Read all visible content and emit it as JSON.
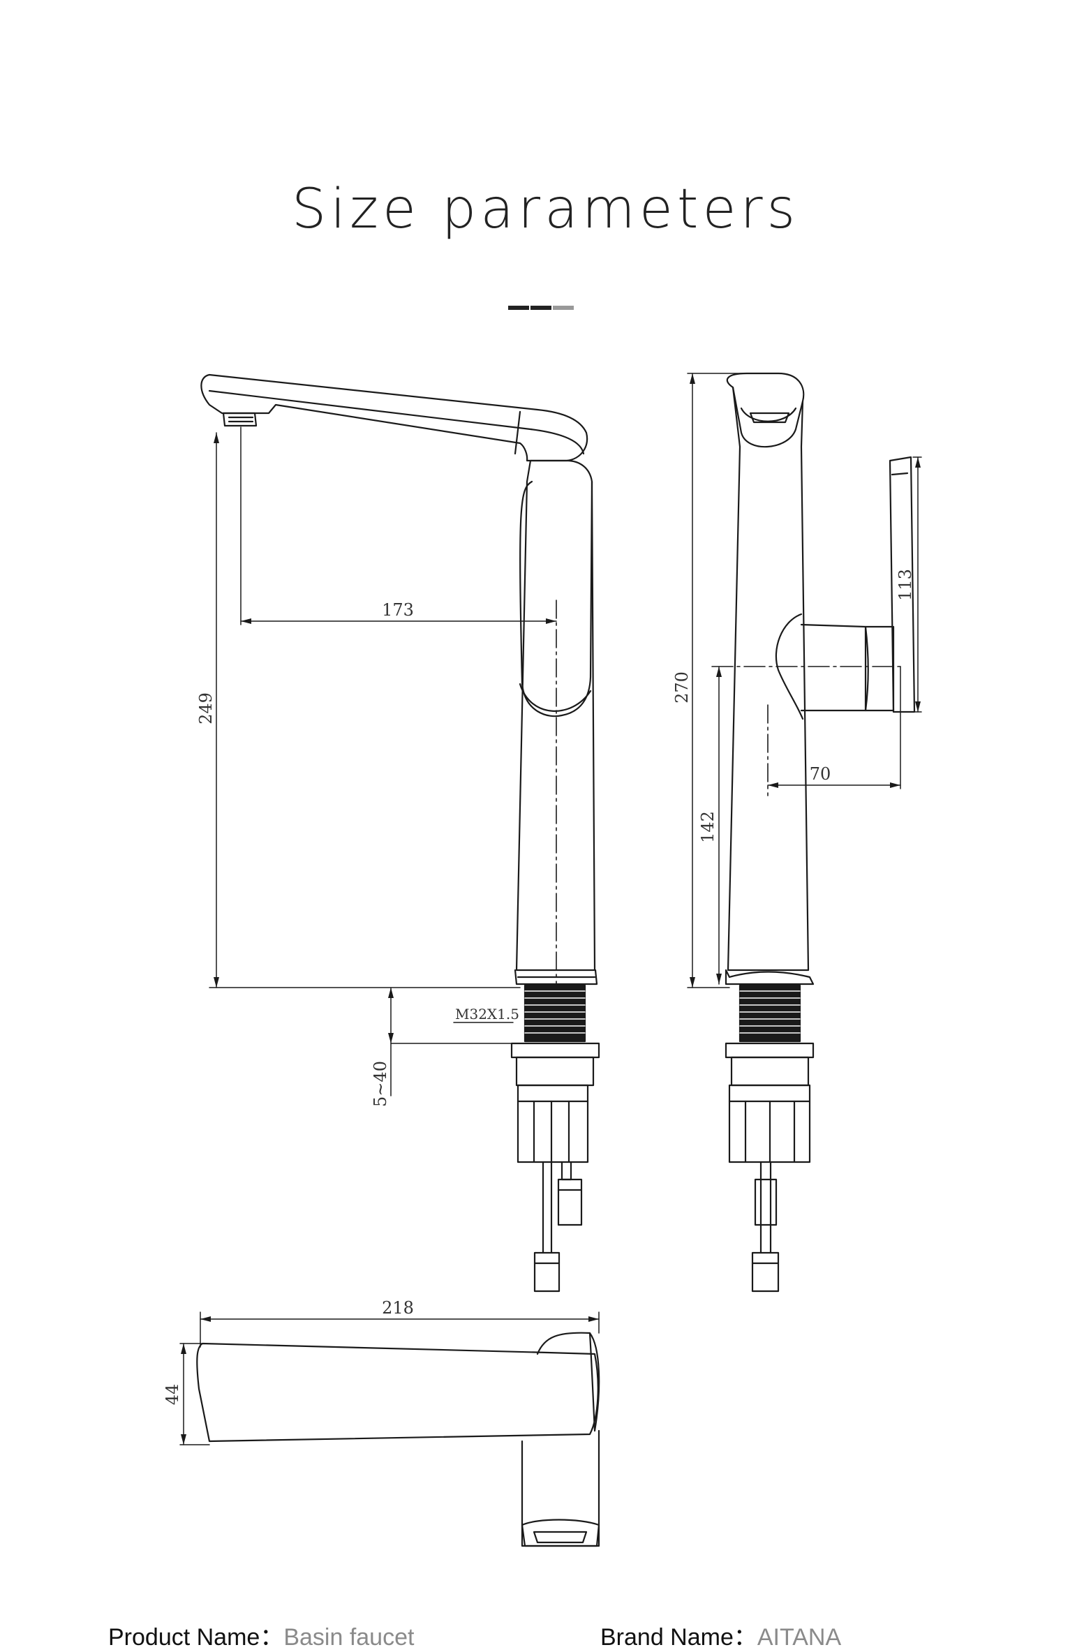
{
  "page": {
    "title": "Size parameters"
  },
  "divider": {
    "colors": [
      "#222222",
      "#222222",
      "#999999"
    ]
  },
  "dimensions": {
    "spout_reach": "173",
    "spout_height": "249",
    "total_height": "270",
    "handle_height": "113",
    "handle_axis_height": "142",
    "handle_offset": "70",
    "thread": "M32X1.5",
    "deck_thickness": "5~40",
    "top_length": "218",
    "top_width": "44"
  },
  "footer": {
    "product_name_label": "Product Name：",
    "product_name_value": "Basin faucet",
    "brand_name_label": "Brand Name：",
    "brand_name_value": "AITANA"
  }
}
